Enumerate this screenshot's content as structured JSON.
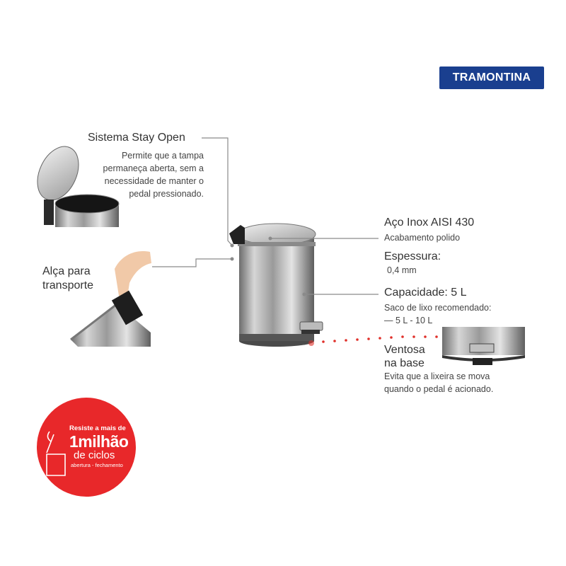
{
  "brand": {
    "name": "TRAMONTINA",
    "color": "#1a3f8f"
  },
  "callouts": {
    "stay_open": {
      "title": "Sistema Stay Open",
      "desc": [
        "Permite que a tampa",
        "permaneça aberta, sem a",
        "necessidade de manter o",
        "pedal pressionado."
      ]
    },
    "handle": {
      "title": [
        "Alça para",
        "transporte"
      ]
    },
    "steel": {
      "title": "Aço Inox AISI 430",
      "desc": "Acabamento polido"
    },
    "thickness": {
      "title": "Espessura:",
      "value": "0,4 mm"
    },
    "capacity": {
      "title": "Capacidade: 5 L",
      "desc": [
        "Saco de lixo recomendado:",
        "— 5 L - 10 L"
      ]
    },
    "suction": {
      "title": [
        "Ventosa",
        "na base"
      ],
      "desc": [
        "Evita que a lixeira se mova",
        "quando o pedal é acionado."
      ]
    }
  },
  "badge": {
    "line1": "Resiste a mais de",
    "line2": "1milhão",
    "line3": "de ciclos",
    "line4": "abertura - fechamento",
    "color": "#e8282a"
  },
  "icons": [
    "trash-can-product",
    "open-lid-detail",
    "hand-lifting-handle",
    "base-suction-detail",
    "bin-cycle-icon"
  ]
}
